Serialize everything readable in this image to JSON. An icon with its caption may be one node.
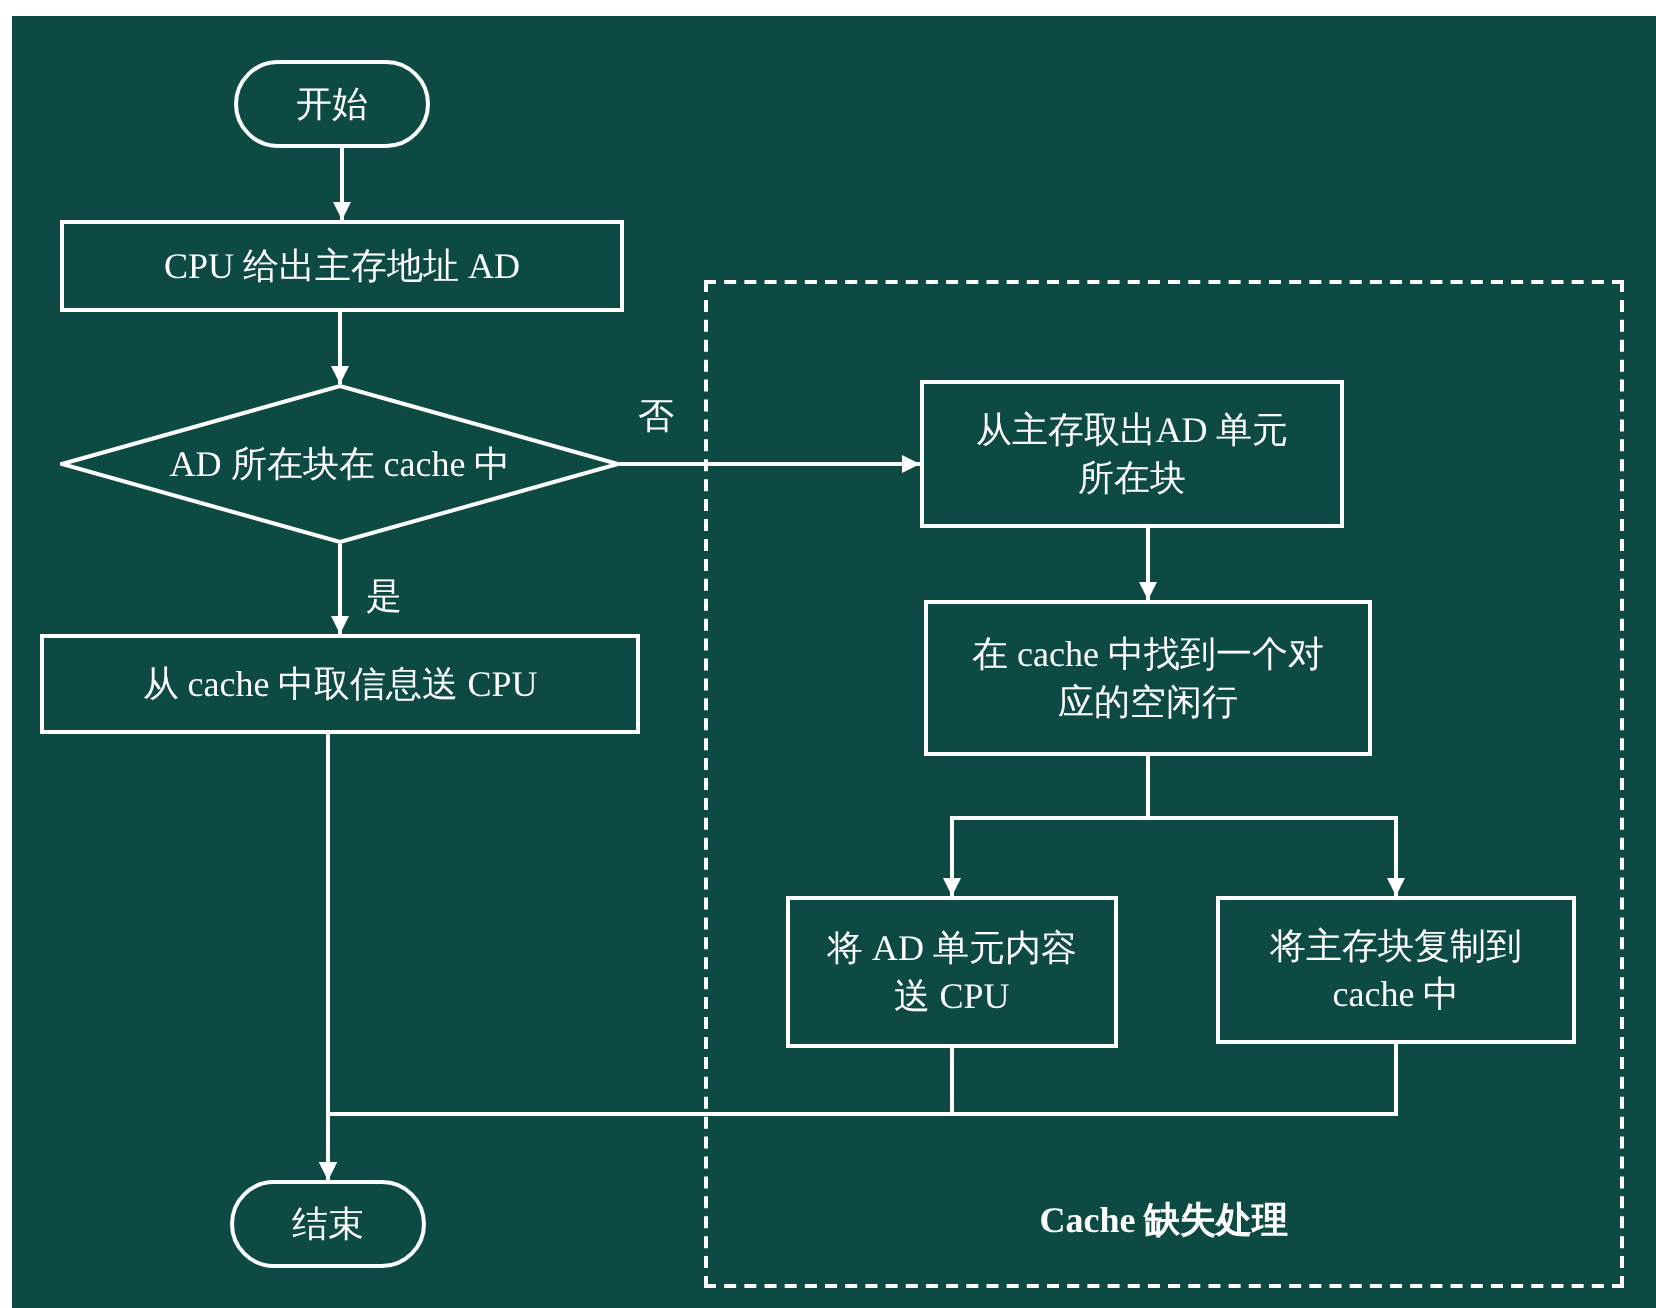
{
  "diagram": {
    "nodes": [
      {
        "text": [
          "开始"
        ]
      },
      {
        "text": [
          "CPU 给出主存地址 AD"
        ]
      },
      {
        "text": [
          "AD 所在块在 cache 中"
        ]
      },
      {
        "text": [
          "从 cache 中取信息送 CPU"
        ]
      },
      {
        "text": [
          "结束"
        ]
      },
      {
        "text": [
          "Cache 缺失处理"
        ]
      },
      {
        "text": [
          "从主存取出AD 单元所在块"
        ],
        "in": 5
      },
      {
        "text": [
          "在 cache 中找到一个对应的空闲行"
        ],
        "in": 5
      },
      {
        "text": [
          "将 AD 单元内容送 CPU"
        ],
        "in": 5
      },
      {
        "text": [
          "将主存块复制到 cache 中"
        ],
        "in": 5
      }
    ],
    "edges": [
      {
        "from": 0,
        "to": 1,
        "arrow": "to"
      },
      {
        "from": 1,
        "to": 2,
        "arrow": "to"
      },
      {
        "from": 2,
        "to": 3,
        "arrow": "to",
        "label": "是"
      },
      {
        "from": 2,
        "to": 6,
        "arrow": "to",
        "label": "否"
      },
      {
        "from": 3,
        "to": 4,
        "arrow": "to"
      },
      {
        "from": 6,
        "to": 7,
        "arrow": "to"
      },
      {
        "from": 7,
        "to": 8,
        "arrow": "to"
      },
      {
        "from": 7,
        "to": 9,
        "arrow": "to"
      },
      {
        "from": 8,
        "to": 4,
        "arrow": "to"
      },
      {
        "from": 9,
        "to": 4,
        "arrow": "to"
      }
    ]
  }
}
